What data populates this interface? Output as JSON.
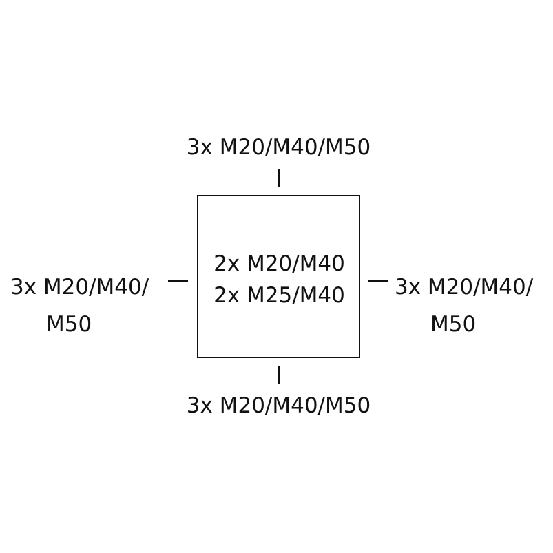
{
  "diagram": {
    "center": {
      "line1": "2x M20/M40",
      "line2": "2x M25/M40"
    },
    "top": {
      "label": "3x M20/M40/M50"
    },
    "bottom": {
      "label": "3x M20/M40/M50"
    },
    "left": {
      "line1": "3x M20/M40/",
      "line2": "M50"
    },
    "right": {
      "line1": "3x M20/M40/",
      "line2": "M50"
    }
  }
}
